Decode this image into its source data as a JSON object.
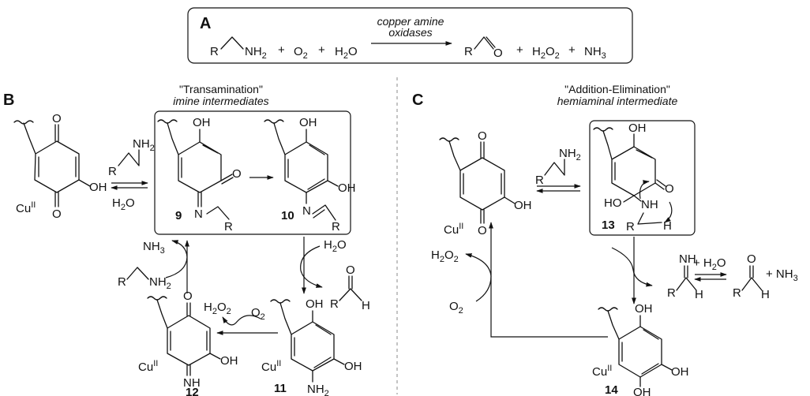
{
  "panels": {
    "a": "A",
    "b": "B",
    "c": "C"
  },
  "reaction_a": {
    "r": "R",
    "nh2": "NH",
    "nh2_sub": "2",
    "plus": "+",
    "o2": "O",
    "o2_sub": "2",
    "h2o_h": "H",
    "h2o_sub": "2",
    "h2o_o": "O",
    "catalyst_line1": "copper amine",
    "catalyst_line2": "oxidases",
    "ald_r": "R",
    "ald_o": "O",
    "h2o2_a": "H",
    "h2o2_s1": "2",
    "h2o2_b": "O",
    "h2o2_s2": "2",
    "nh3": "NH",
    "nh3_sub": "3"
  },
  "panel_b": {
    "title": "\"Transamination\"",
    "subtitle": "imine intermediates",
    "cu": "Cu",
    "cu_sup": "II",
    "oh": "OH",
    "o": "O",
    "r": "R",
    "nh2": "NH",
    "nh2_sub": "2",
    "h2o": "H",
    "h2o_sub": "2",
    "h2o_o": "O",
    "n": "N",
    "nh": "NH",
    "h": "H",
    "nh3": "NH",
    "nh3_sub": "3",
    "h2o2_a": "H",
    "h2o2_s1": "2",
    "h2o2_b": "O",
    "h2o2_s2": "2",
    "o2": "O",
    "o2_sub": "2",
    "labels": [
      "9",
      "10",
      "11",
      "12"
    ]
  },
  "panel_c": {
    "title": "\"Addition-Elimination\"",
    "subtitle": "hemiaminal intermediate",
    "cu": "Cu",
    "cu_sup": "II",
    "oh": "OH",
    "ho": "HO",
    "o": "O",
    "r": "R",
    "nh2": "NH",
    "nh2_sub": "2",
    "nh": "NH",
    "h": "H",
    "plus_h2o": "+ H",
    "h2o_sub": "2",
    "h2o_o": "O",
    "nh3_plus": "+ NH",
    "nh3_sub": "3",
    "h2o2_a": "H",
    "h2o2_s1": "2",
    "h2o2_b": "O",
    "h2o2_s2": "2",
    "o2": "O",
    "o2_sub": "2",
    "labels": [
      "13",
      "14"
    ]
  }
}
